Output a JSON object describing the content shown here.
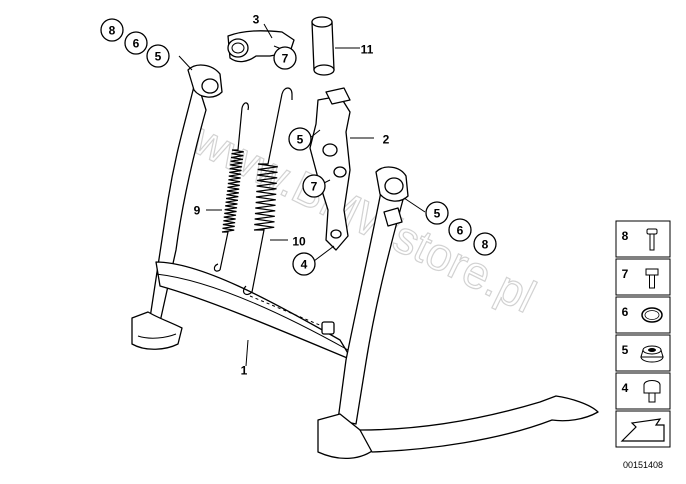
{
  "watermark": "www.BMWstore.pl",
  "diagram_id": "00151408",
  "callouts": [
    {
      "id": "c-8a",
      "label": "8",
      "circled": true
    },
    {
      "id": "c-6a",
      "label": "6",
      "circled": true
    },
    {
      "id": "c-5a",
      "label": "5",
      "circled": true
    },
    {
      "id": "c-3",
      "label": "3",
      "circled": false
    },
    {
      "id": "c-7a",
      "label": "7",
      "circled": true
    },
    {
      "id": "c-11",
      "label": "11",
      "circled": false
    },
    {
      "id": "c-5b",
      "label": "5",
      "circled": true
    },
    {
      "id": "c-2",
      "label": "2",
      "circled": false
    },
    {
      "id": "c-7b",
      "label": "7",
      "circled": true
    },
    {
      "id": "c-9",
      "label": "9",
      "circled": false
    },
    {
      "id": "c-10",
      "label": "10",
      "circled": false
    },
    {
      "id": "c-4",
      "label": "4",
      "circled": true
    },
    {
      "id": "c-5c",
      "label": "5",
      "circled": true
    },
    {
      "id": "c-6c",
      "label": "6",
      "circled": true
    },
    {
      "id": "c-8c",
      "label": "8",
      "circled": true
    },
    {
      "id": "c-1",
      "label": "1",
      "circled": false
    }
  ],
  "legend": [
    {
      "label": "8",
      "icon": "bolt-icon"
    },
    {
      "label": "7",
      "icon": "hex-bolt-icon"
    },
    {
      "label": "6",
      "icon": "o-ring-icon"
    },
    {
      "label": "5",
      "icon": "rubber-bushing-icon"
    },
    {
      "label": "4",
      "icon": "rubber-stop-icon"
    },
    {
      "label": "",
      "icon": "parts-pack-arrow-icon"
    }
  ]
}
